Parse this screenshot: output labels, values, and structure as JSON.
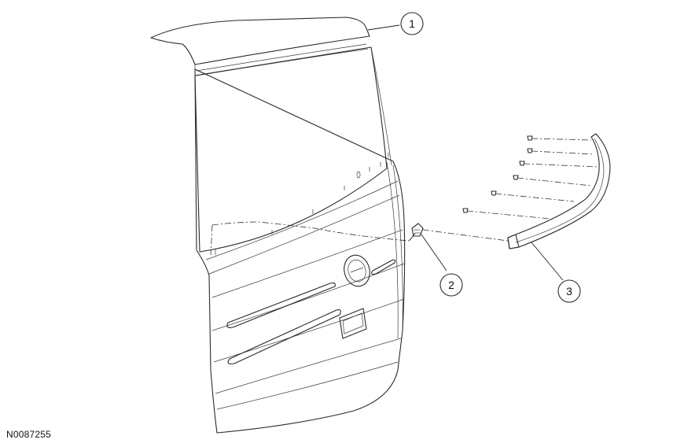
{
  "figure": {
    "id": "N0087255",
    "callouts": [
      {
        "label": "1",
        "part": "liftgate-glass"
      },
      {
        "label": "2",
        "part": "fastener-clip"
      },
      {
        "label": "3",
        "part": "upper-trim-molding"
      }
    ]
  },
  "colors": {
    "line": "#2a2a2a",
    "fill": "#ffffff"
  }
}
